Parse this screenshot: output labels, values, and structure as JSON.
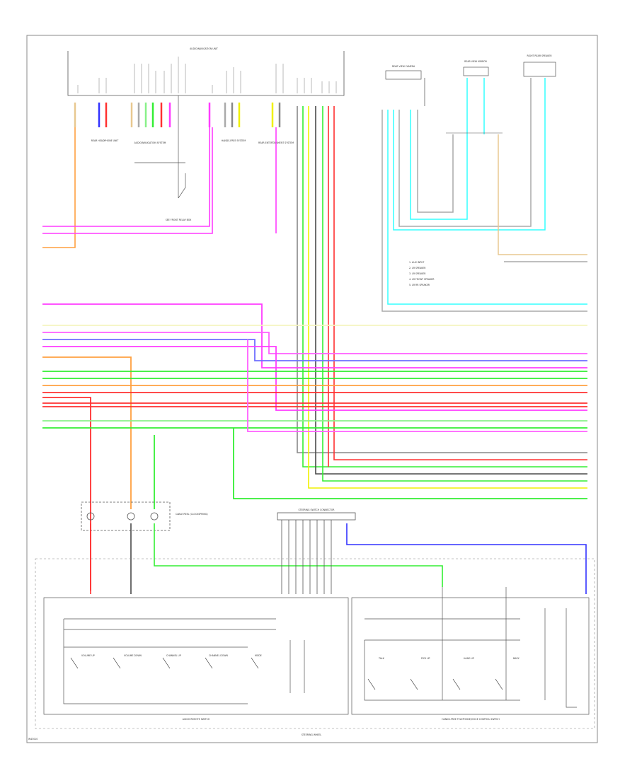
{
  "colors": {
    "background": "#ffffff",
    "border": "#8a8a8a",
    "wire_black": "#4a4a4a",
    "wire_pink": "#ff3cff",
    "wire_magenta": "#ff5fff",
    "wire_red": "#ff3030",
    "wire_green": "#33ee33",
    "wire_lightgreen": "#88f088",
    "wire_yellow": "#f0f000",
    "wire_cyan": "#33ffff",
    "wire_blue": "#3333ff",
    "wire_orange": "#ffa040",
    "wire_tan": "#e8c890",
    "wire_gray": "#aaaaaa"
  },
  "top_unit_label": "AUDIO/NAVIGATION UNIT",
  "sub_unit_labels": [
    "REAR HEADPHONE UNIT",
    "AUDIO/NAVIGATION SYSTEM",
    "HANDS-FREE SYSTEM",
    "REAR ENTERTAINMENT SYSTEM"
  ],
  "branch_label": "SEE FRONT RELAY BOX",
  "right_components": [
    "REAR VIEW CAMERA",
    "REAR VIEW MIRROR",
    "RIGHT REAR SPEAKER"
  ],
  "legend_items": [
    "1. AUX INPUT",
    "2. LR SPEAKER",
    "3. LR SPEAKER",
    "4. LR FRONT SPEAKER",
    "5. LR RR SPEAKER"
  ],
  "connector_label": "STEERING SWITCH CONNECTOR",
  "clockspring_label": "CABLE REEL (CLOCKSPRING)",
  "steering_wheel_label": "STEERING WHEEL",
  "left_switch_group_label": "AUDIO REMOTE SWITCH",
  "right_switch_group_label": "HANDS-FREE TELEPHONE/VOICE CONTROL SWITCH",
  "left_switch_names": [
    "VOLUME UP",
    "VOLUME DOWN",
    "CHANNEL UP",
    "CHANNEL DOWN",
    "MODE"
  ],
  "right_switch_names": [
    "TALK",
    "PICK UP",
    "HANG UP",
    "BACK"
  ],
  "footer_code": "W43010"
}
